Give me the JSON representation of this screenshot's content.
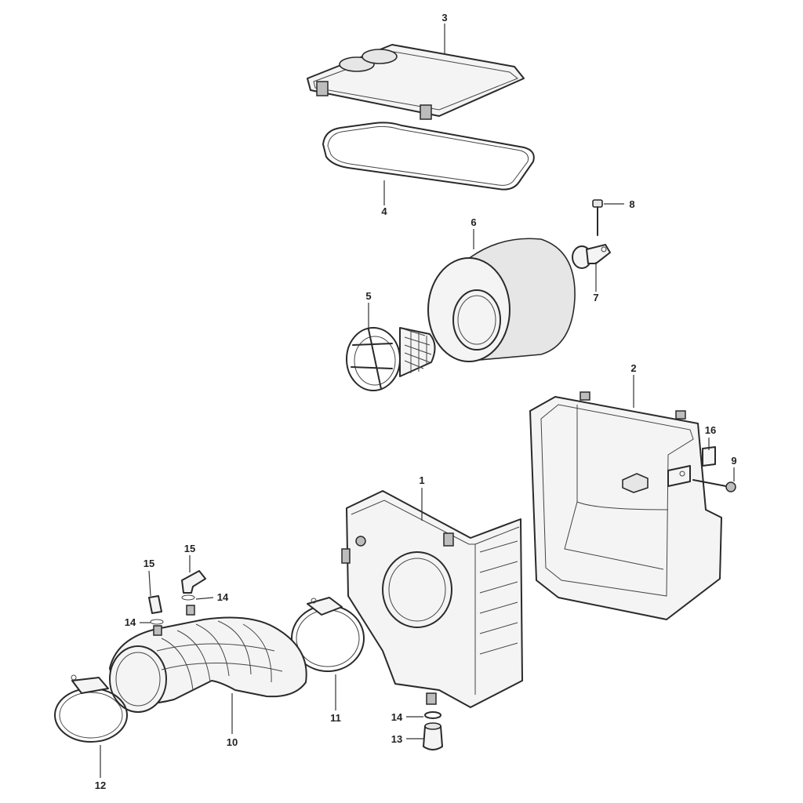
{
  "callouts": [
    {
      "label": "1"
    },
    {
      "label": "2"
    },
    {
      "label": "3"
    },
    {
      "label": "4"
    },
    {
      "label": "5"
    },
    {
      "label": "6"
    },
    {
      "label": "7"
    },
    {
      "label": "8"
    },
    {
      "label": "9"
    },
    {
      "label": "10"
    },
    {
      "label": "11"
    },
    {
      "label": "12"
    },
    {
      "label": "13"
    },
    {
      "label": "14"
    },
    {
      "label": "14"
    },
    {
      "label": "14"
    },
    {
      "label": "15"
    },
    {
      "label": "15"
    },
    {
      "label": "16"
    }
  ]
}
